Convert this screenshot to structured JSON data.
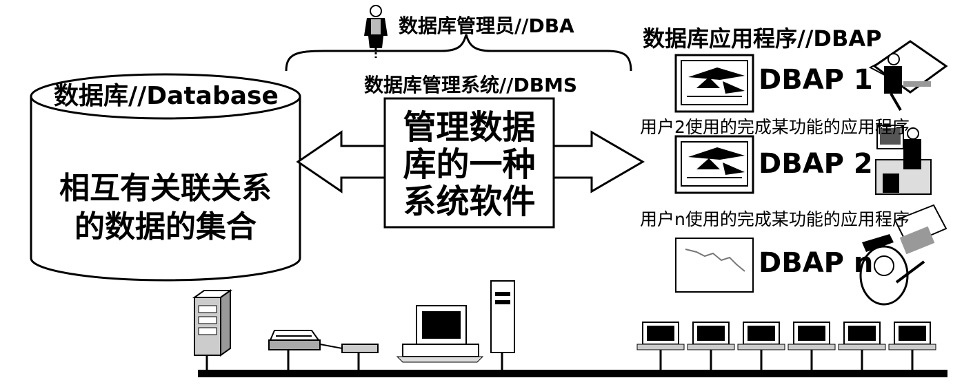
{
  "dba": {
    "label": "数据库管理员//DBA"
  },
  "dbms": {
    "label": "数据库管理系统//DBMS",
    "description_lines": [
      "管理数据",
      "库的一种",
      "系统软件"
    ]
  },
  "database": {
    "label": "数据库//Database",
    "description_lines": [
      "相互有关联关系",
      "的数据的集合"
    ]
  },
  "dbap": {
    "header": "数据库应用程序//DBAP",
    "apps": [
      {
        "label": "DBAP 1",
        "caption": "用户2使用的完成某功能的应用程序"
      },
      {
        "label": "DBAP 2",
        "caption": "用户n使用的完成某功能的应用程序"
      },
      {
        "label": "DBAP n"
      }
    ]
  }
}
